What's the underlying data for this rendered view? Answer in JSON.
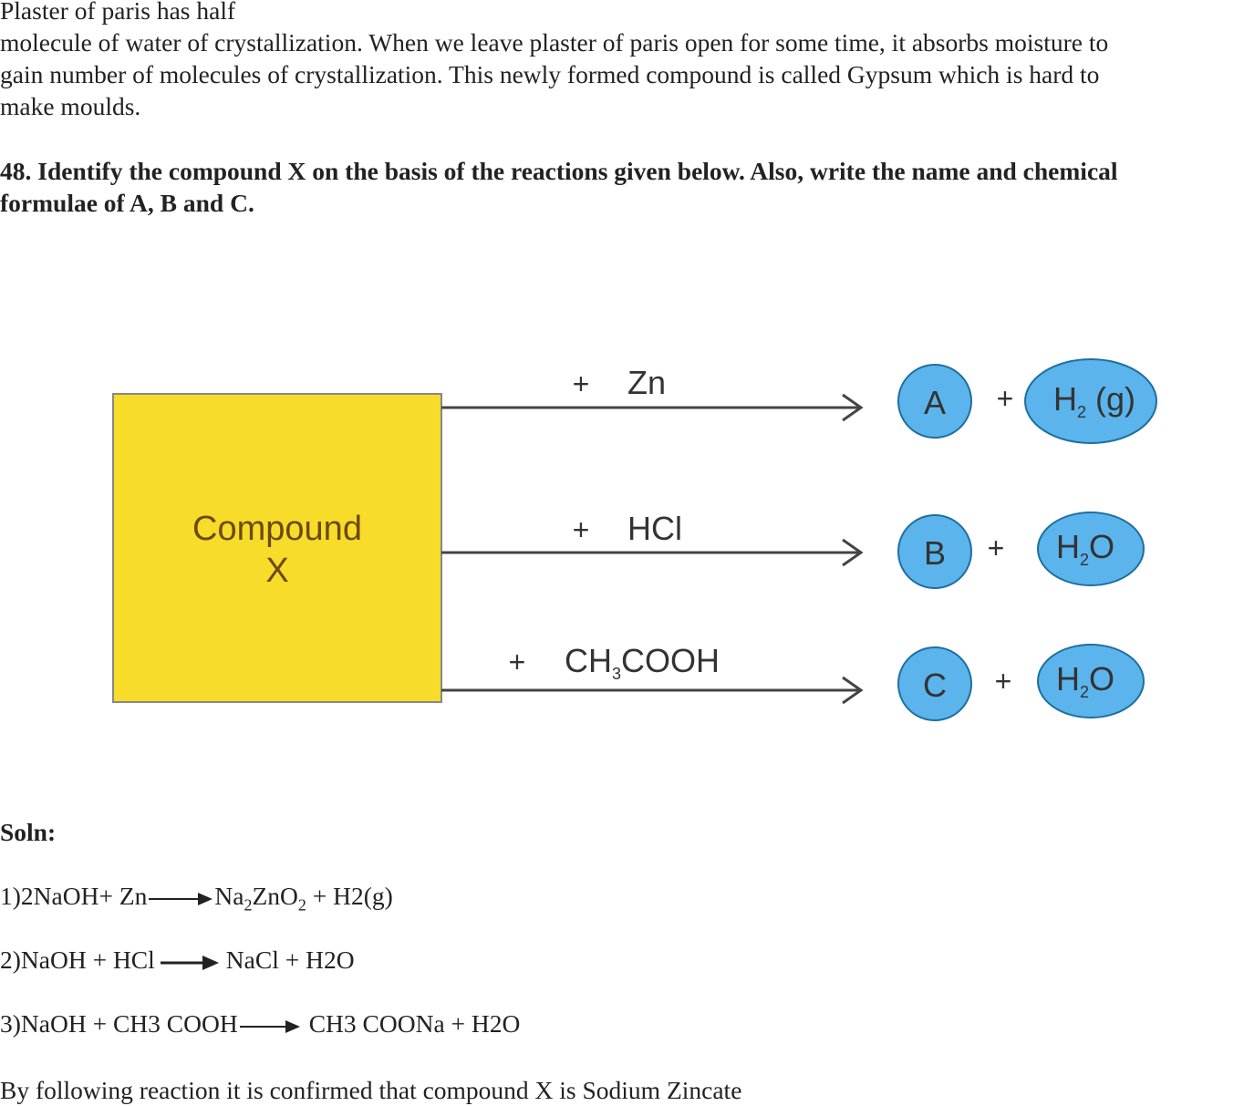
{
  "intro": {
    "line1": "Plaster of paris has half",
    "line2": "molecule of water of crystallization. When we leave plaster of paris open for some time, it absorbs moisture to",
    "line3": "gain number of molecules of crystallization. This newly formed compound is called Gypsum which is hard to",
    "line4": "make moulds."
  },
  "question": {
    "line1": "48. Identify the compound X on the basis of the reactions given below. Also, write the name and chemical",
    "line2": "formulae of A, B and C."
  },
  "diagram": {
    "box_line1": "Compound",
    "box_line2": "X",
    "box_color": "#f7dc2a",
    "bubble_color": "#5bb4ec",
    "reactions": [
      {
        "reagent": "Zn",
        "product": "A",
        "byproduct_main": "H",
        "byproduct_sub": "2",
        "byproduct_rest": " (g)"
      },
      {
        "reagent": "HCl",
        "product": "B",
        "byproduct_main": "H",
        "byproduct_sub": "2",
        "byproduct_rest": "O"
      },
      {
        "reagent_main": "CH",
        "reagent_sub": "3",
        "reagent_rest": "COOH",
        "product": "C",
        "byproduct_main": "H",
        "byproduct_sub": "2",
        "byproduct_rest": "O"
      }
    ],
    "plus": "+"
  },
  "solution": {
    "heading": "Soln:",
    "eq1_left": "1)2NaOH+ Zn",
    "eq1_right_a": "Na",
    "eq1_right_sub1": "2",
    "eq1_right_b": "ZnO",
    "eq1_right_sub2": "2",
    "eq1_right_c": " + H2(g)",
    "eq2_left": "2)NaOH + HCl",
    "eq2_right": "NaCl + H2O",
    "eq3_left": "3)NaOH + CH3 COOH",
    "eq3_right": "CH3 COONa + H2O",
    "conclusion": "By following reaction it is confirmed that compound X is Sodium Zincate"
  }
}
